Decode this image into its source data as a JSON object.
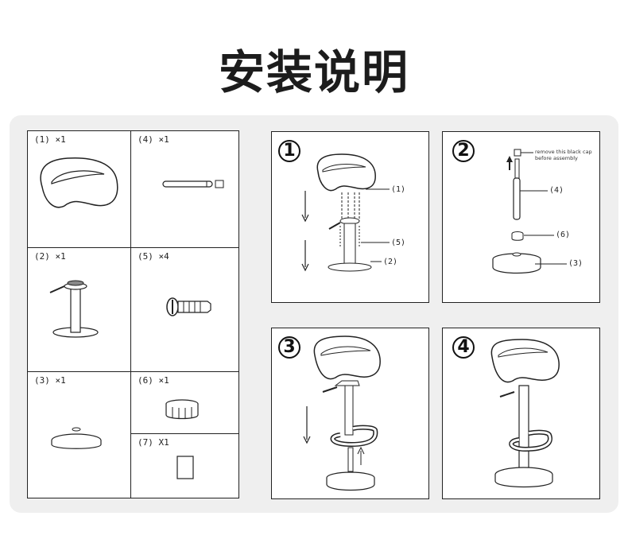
{
  "title": "安装说明",
  "parts": [
    {
      "label": "(1) ×1"
    },
    {
      "label": "(4) ×1"
    },
    {
      "label": "(2) ×1"
    },
    {
      "label": "(5) ×4"
    },
    {
      "label": "(3) ×1"
    },
    {
      "label": "(6) ×1"
    },
    {
      "label": "(7) X1"
    }
  ],
  "steps": [
    {
      "number": "1",
      "callouts": [
        "(1)",
        "(5)",
        "(2)"
      ]
    },
    {
      "number": "2",
      "callouts": [
        "(4)",
        "(6)",
        "(3)"
      ],
      "note_line1": "remove this black cap",
      "note_line2": "before assembly"
    },
    {
      "number": "3"
    },
    {
      "number": "4"
    }
  ]
}
